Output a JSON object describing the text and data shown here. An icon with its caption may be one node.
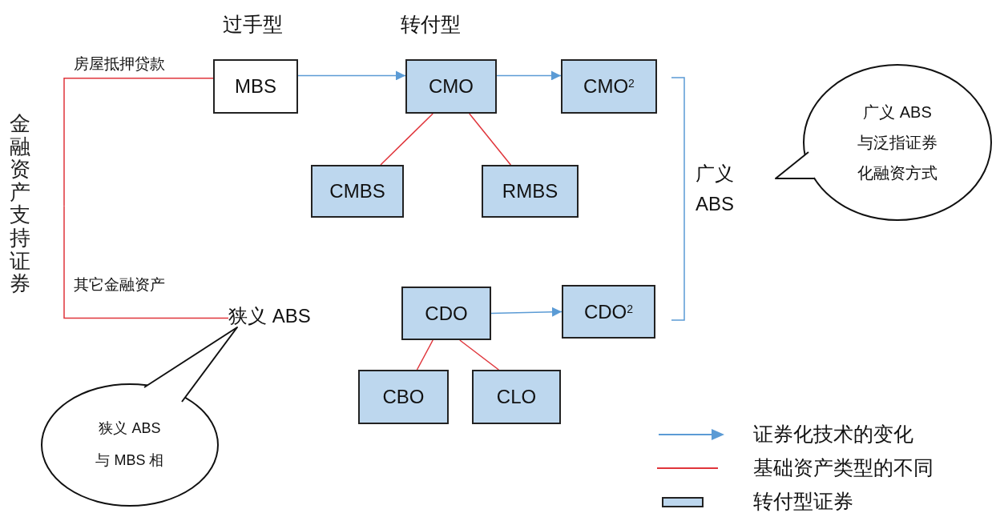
{
  "diagram": {
    "nodes": [
      {
        "text": [
          "金融资产支持证券"
        ]
      },
      {
        "text": [
          "MBS"
        ]
      },
      {
        "text": [
          "CMO"
        ]
      },
      {
        "text": [
          "CMO$^{2}$"
        ]
      },
      {
        "text": [
          "CMBS"
        ]
      },
      {
        "text": [
          "RMBS"
        ]
      },
      {
        "text": [
          "狭义 ABS"
        ]
      },
      {
        "text": [
          "CDO"
        ]
      },
      {
        "text": [
          "CDO$^{2}$"
        ]
      },
      {
        "text": [
          "CBO"
        ]
      },
      {
        "text": [
          "CLO"
        ]
      },
      {
        "text": [
          "广义 ABS"
        ]
      },
      {
        "text": [
          "广义 ABS与泛指证券化融资方式"
        ]
      },
      {
        "text": [
          "狭义 ABS 与 MBS 相"
        ]
      }
    ],
    "edges": [
      {
        "from": 0,
        "to": 1,
        "arrow": "none",
        "label": "房屋抵押贷款"
      },
      {
        "from": 0,
        "to": 6,
        "arrow": "none",
        "label": "其它金融资产"
      },
      {
        "from": 1,
        "to": 2,
        "arrow": "to",
        "color": "#5b9bd5"
      },
      {
        "from": 2,
        "to": 3,
        "arrow": "to",
        "color": "#5b9bd5"
      },
      {
        "from": 2,
        "to": 4,
        "arrow": "none"
      },
      {
        "from": 2,
        "to": 5,
        "arrow": "none"
      },
      {
        "from": 7,
        "to": 8,
        "arrow": "to",
        "color": "#5b9bd5"
      },
      {
        "from": 7,
        "to": 9,
        "arrow": "none"
      },
      {
        "from": 7,
        "to": 10,
        "arrow": "none"
      }
    ],
    "labels": [
      "过手型",
      "转付型"
    ],
    "legend": [
      {
        "text": "证券化技术的变化"
      },
      {
        "text": "基础资产类型的不同"
      },
      {
        "text": "转付型证券",
        "color": "#bdd7ee"
      }
    ]
  }
}
